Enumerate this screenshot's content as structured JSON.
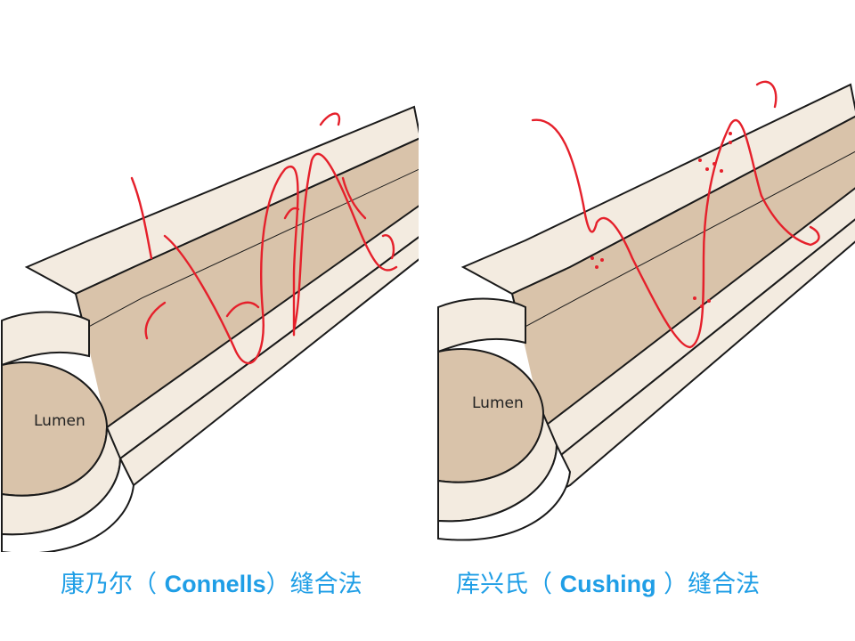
{
  "diagrams": [
    {
      "lumen_label": "Lumen",
      "caption": {
        "zh_prefix": "康乃尔（ ",
        "latin": "Connells",
        "zh_suffix": "）缝合法"
      }
    },
    {
      "lumen_label": "Lumen",
      "caption": {
        "zh_prefix": "库兴氏（ ",
        "latin": "Cushing",
        "zh_suffix": " ）缝合法"
      }
    }
  ],
  "colors": {
    "tissue": "#f3ebe0",
    "muscle": "#d9c3aa",
    "suture": "#e5202b",
    "outline": "#1a1a1a",
    "caption": "#1f9ee6"
  }
}
